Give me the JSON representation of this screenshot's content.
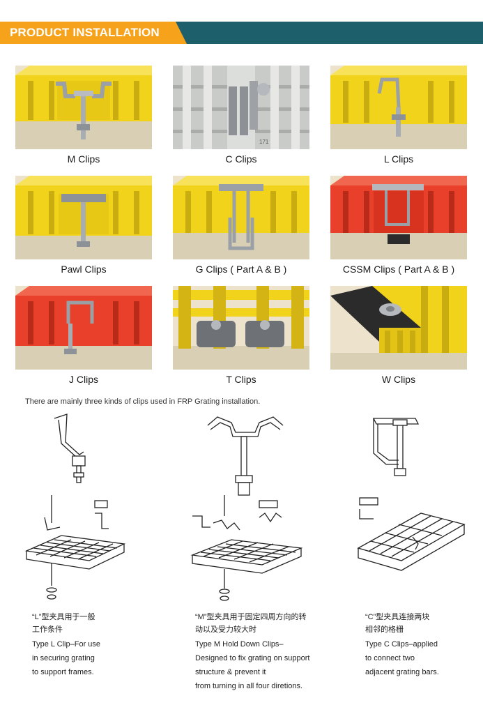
{
  "header": {
    "title": "PRODUCT INSTALLATION"
  },
  "clips": [
    {
      "label": "M Clips"
    },
    {
      "label": "C Clips"
    },
    {
      "label": "L Clips"
    },
    {
      "label": "Pawl Clips"
    },
    {
      "label": "G Clips ( Part A & B )"
    },
    {
      "label": "CSSM Clips ( Part A & B )"
    },
    {
      "label": "J Clips"
    },
    {
      "label": "T Clips"
    },
    {
      "label": "W Clips"
    }
  ],
  "intro_text": "There are mainly three kinds of clips used in FRP Grating installation.",
  "photo_marks": {
    "c_clip_number": "171"
  },
  "types": [
    {
      "cn_line1": "“L”型夹具用于一般",
      "cn_line2": "工作条件",
      "en_lines": [
        "Type L Clip–For use",
        "in securing grating",
        "to support frames."
      ]
    },
    {
      "cn_line1": "“M”型夹具用于固定四周方向的转",
      "cn_line2": "动以及受力较大时",
      "en_lines": [
        "Type M Hold Down Clips–",
        "Designed to fix grating on support",
        "structure & prevent it",
        "from turning in all four diretions."
      ]
    },
    {
      "cn_line1": "“C”型夹具连接两块",
      "cn_line2": "相邻的格栅",
      "en_lines": [
        "Type C Clips–applied",
        "to connect two",
        "adjacent grating bars."
      ]
    }
  ],
  "colors": {
    "banner_orange": "#f7a21b",
    "banner_teal": "#1e5f6c",
    "frp_yellow": "#f2d31b",
    "frp_red": "#e8402a",
    "frp_grey": "#c9cbc8",
    "frame_beige": "#ede3cc"
  },
  "icons": [
    "m-clip-icon",
    "c-clip-icon",
    "l-clip-icon",
    "pawl-clip-icon",
    "g-clip-icon",
    "cssm-clip-icon",
    "j-clip-icon",
    "t-clip-icon",
    "w-clip-icon"
  ]
}
